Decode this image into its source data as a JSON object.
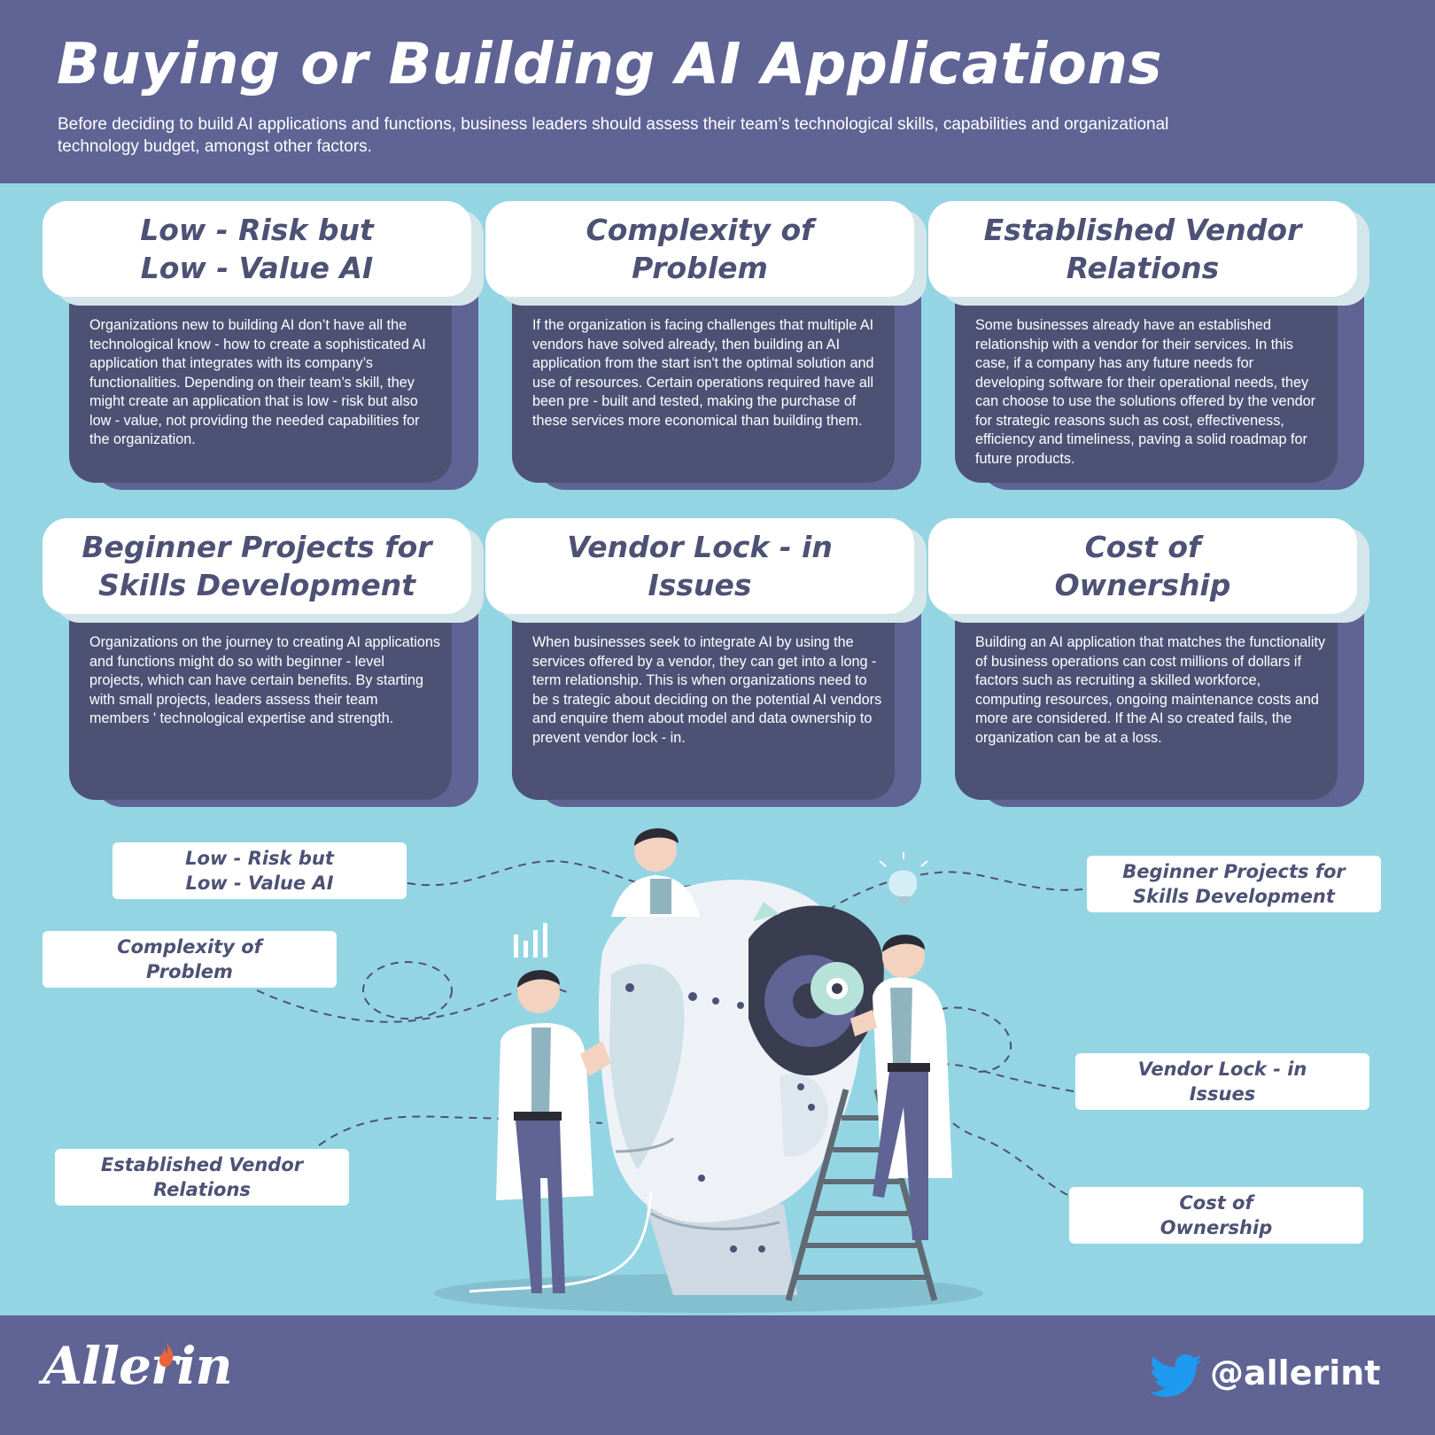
{
  "header": {
    "title": "Buying or Building AI Applications",
    "subtitle": "Before deciding to build AI applications and functions, business leaders should assess their team’s technological skills, capabilities and organizational technology budget, amongst other factors."
  },
  "cards": [
    {
      "title": "Low - Risk but\nLow - Value AI",
      "body": "Organizations new to building AI don’t have all the technological know - how to create a sophisticated AI application that integrates with its company’s functionalities. Depending on their team’s skill, they might create an application that is low - risk but also low - value, not providing the needed capabilities for the organization."
    },
    {
      "title": "Complexity of\nProblem",
      "body": "If the organization is facing challenges that multiple AI vendors have solved already, then building an AI application from the start isn't the optimal solution and use of resources. Certain operations required have all been pre - built and tested, making the purchase of these services more economical than building them."
    },
    {
      "title": "Established Vendor\nRelations",
      "body": "Some businesses already have an established relationship with a vendor for their services. In this case, if a company has any future needs for developing software for their operational needs, they can choose to use the solutions offered by the vendor for strategic reasons such as cost, effectiveness, efficiency and timeliness, paving a solid roadmap for future products."
    },
    {
      "title": "Beginner Projects for\nSkills Development",
      "body": "Organizations on the journey to creating AI applications and functions might do so with beginner - level projects, which can have certain benefits. By starting with small projects, leaders assess their team members ' technological expertise and strength."
    },
    {
      "title": "Vendor Lock - in\nIssues",
      "body": "When businesses seek to integrate AI by using the services offered by a vendor, they can get into a long - term relationship. This is when organizations need to be s trategic about deciding on the potential AI vendors and enquire them about model and data ownership to prevent vendor lock - in."
    },
    {
      "title": "Cost of\nOwnership",
      "body": "Building an AI application that matches the functionality of business operations can cost millions of dollars if factors such as recruiting a skilled workforce, computing resources, ongoing maintenance costs and more are considered. If the AI so created fails, the organization can be at a loss."
    }
  ],
  "labels": {
    "low_risk": "Low - Risk but\nLow - Value AI",
    "complexity": "Complexity of\nProblem",
    "established": "Established Vendor\nRelations",
    "beginner": "Beginner Projects for\nSkills Development",
    "vendor_lock": "Vendor Lock - in\nIssues",
    "cost": "Cost of\nOwnership"
  },
  "footer": {
    "logo_text": "Allerin",
    "twitter_handle": "@allerint",
    "twitter_icon": "twitter-bird-icon"
  },
  "colors": {
    "header_bg": "#5f6494",
    "page_bg": "#94d5e3",
    "card_body": "#4d5275",
    "title_text": "#4d5275",
    "accent_flame": "#e8653a"
  }
}
